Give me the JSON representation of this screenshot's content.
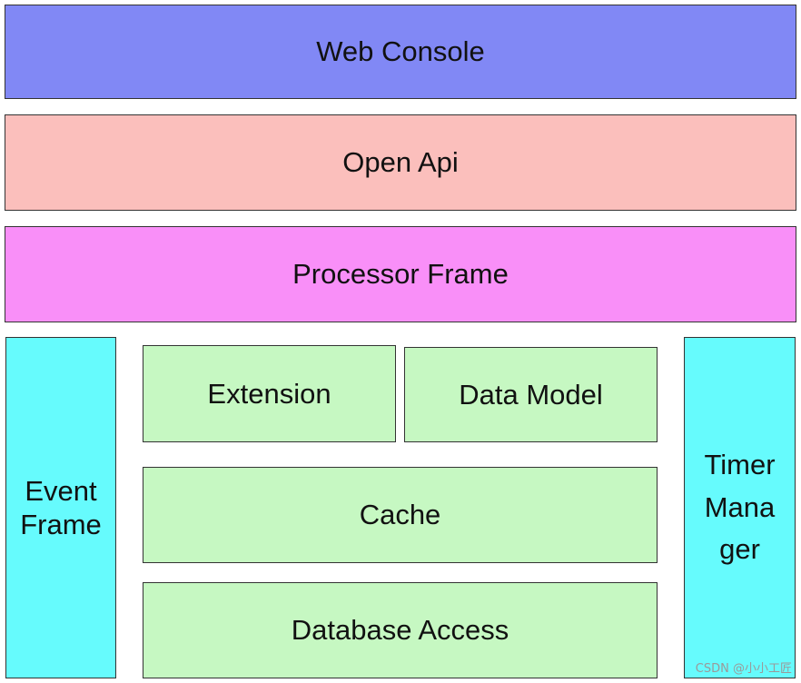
{
  "colors": {
    "web_console": "#8188f5",
    "open_api": "#fbbfbc",
    "processor_frame": "#f98ff8",
    "side_frames": "#66fbfd",
    "core_modules": "#c6f8c2"
  },
  "layers": {
    "web_console": "Web Console",
    "open_api": "Open Api",
    "processor_frame": "Processor Frame"
  },
  "side": {
    "event_frame": "Event\nFrame",
    "timer_manager": "Timer\nMana\nger"
  },
  "core": {
    "extension": "Extension",
    "data_model": "Data Model",
    "cache": "Cache",
    "database_access": "Database Access"
  },
  "watermark": "CSDN @小小工匠"
}
